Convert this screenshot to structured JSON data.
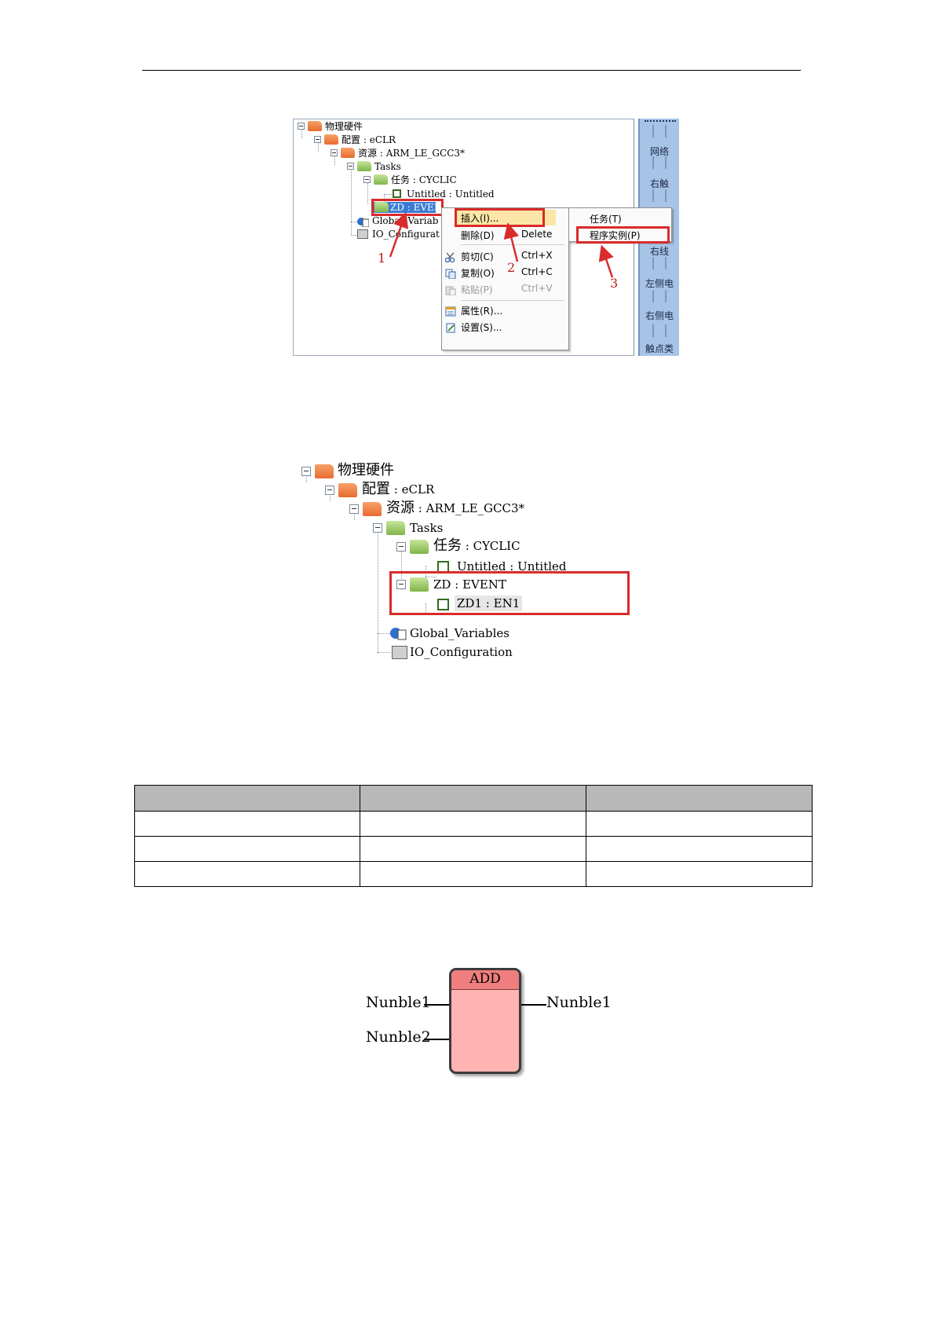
{
  "figure1": {
    "tree": {
      "root": "物理硬件",
      "config_label": "配置",
      "config_value": "eCLR",
      "resource_label": "资源",
      "resource_value": "ARM_LE_GCC3*",
      "tasks": "Tasks",
      "task_label": "任务",
      "task_value": "CYCLIC",
      "untitled_name": "Untitled",
      "untitled_value": "Untitled",
      "zd_item": "ZD : EVENT",
      "global_vars": "Global_Variab",
      "io_config": "IO_Configurat",
      "sep": ":"
    },
    "context_menu": {
      "insert": "插入(I)...",
      "delete": "删除(D)",
      "delete_shortcut": "Delete",
      "cut": "剪切(C)",
      "cut_shortcut": "Ctrl+X",
      "copy": "复制(O)",
      "copy_shortcut": "Ctrl+C",
      "paste": "粘贴(P)",
      "paste_shortcut": "Ctrl+V",
      "properties": "属性(R)...",
      "settings": "设置(S)..."
    },
    "submenu": {
      "task": "任务(T)",
      "program_instance": "程序实例(P)"
    },
    "toolbox": [
      "网络",
      "右触",
      "右线",
      "左侧电",
      "右侧电",
      "触点类"
    ],
    "callouts": [
      "1",
      "2",
      "3"
    ]
  },
  "figure2": {
    "root": "物理硬件",
    "config_label": "配置",
    "config_value": "eCLR",
    "resource_label": "资源",
    "resource_value": "ARM_LE_GCC3*",
    "tasks": "Tasks",
    "task_label": "任务",
    "task_value": "CYCLIC",
    "untitled_name": "Untitled",
    "untitled_value": "Untitled",
    "zd_name": "ZD",
    "zd_value": "EVENT",
    "zd1_name": "ZD1",
    "zd1_value": "EN1",
    "global_vars": "Global_Variables",
    "io_config": "IO_Configuration",
    "sep": ":"
  },
  "table": {
    "columns": 3,
    "header_rows": 1,
    "body_rows": 3
  },
  "function_block": {
    "name": "ADD",
    "input1": "Nunble1",
    "input2": "Nunble2",
    "output": "Nunble1"
  }
}
